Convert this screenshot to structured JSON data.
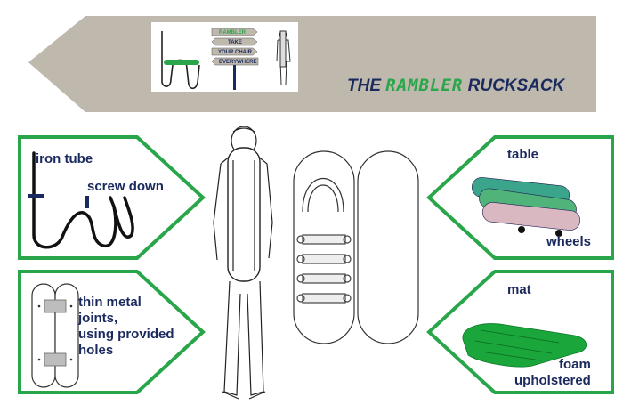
{
  "header": {
    "title_brand": "RAMBLER",
    "title_prefix": "THE",
    "title_suffix": "RUCKSACK",
    "sign": {
      "line1": "RAMBLER",
      "line2": "TAKE",
      "line3": "YOUR CHAIR",
      "line4": "EVERYWHERE"
    }
  },
  "panels": {
    "iron_tube": {
      "label": "iron tube",
      "note": "screw down"
    },
    "joints": {
      "line1": "thin metal",
      "line2": "joints,",
      "line3": "using provided",
      "line4": "holes"
    },
    "table": {
      "label": "table",
      "note": "wheels"
    },
    "mat": {
      "label": "mat",
      "note1": "foam",
      "note2": "upholstered"
    }
  },
  "colors": {
    "banner": "#beb8ad",
    "frame_green": "#2aa64a",
    "text_navy": "#1b2a5e",
    "brand_green": "#2aa64a",
    "foam_green": "#1aa63a"
  }
}
